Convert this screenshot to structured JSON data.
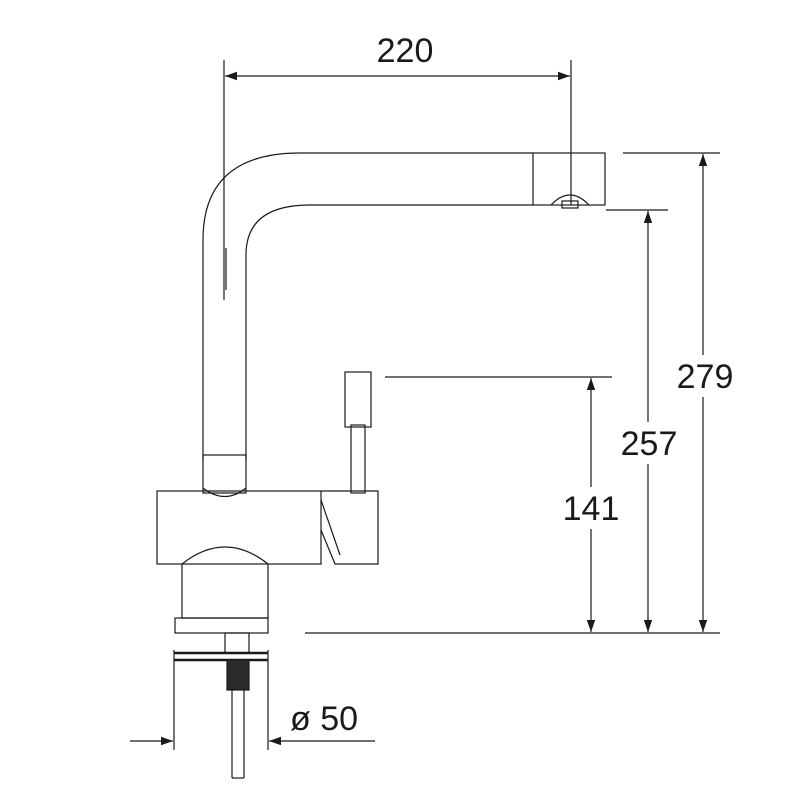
{
  "dimensions": {
    "spout_reach": "220",
    "total_height": "279",
    "spout_outlet_height": "257",
    "lever_height": "141",
    "tube_diameter": "ø 50"
  }
}
